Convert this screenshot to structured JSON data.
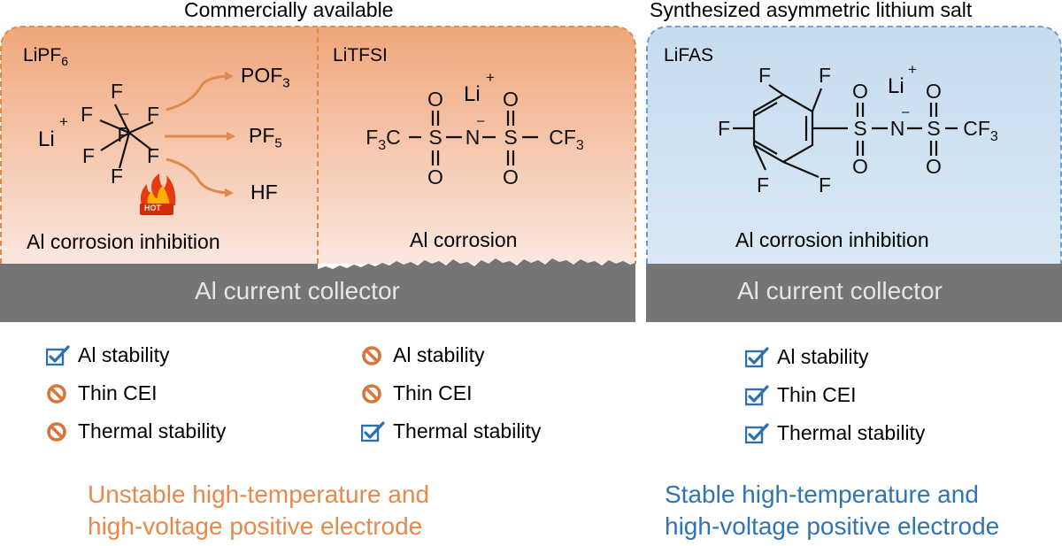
{
  "headers": {
    "commercial": "Commercially available",
    "synthesized": "Synthesized asymmetric lithium salt"
  },
  "panels": {
    "lipf6": {
      "name": "LiPF",
      "name_sub": "6",
      "li": "Li",
      "charge_plus": "+",
      "charge_minus": "–",
      "products": [
        {
          "main": "POF",
          "sub": "3"
        },
        {
          "main": "PF",
          "sub": "5"
        },
        {
          "main": "HF",
          "sub": ""
        }
      ],
      "hot_label": "HOT",
      "caption": "Al corrosion inhibition"
    },
    "litfsi": {
      "name": "LiTFSI",
      "li": "Li",
      "charge_plus": "+",
      "charge_minus": "–",
      "caption": "Al corrosion"
    },
    "lifas": {
      "name": "LiFAS",
      "li": "Li",
      "charge_plus": "+",
      "charge_minus": "–",
      "caption": "Al corrosion inhibition"
    }
  },
  "collector": {
    "left_label": "Al current collector",
    "right_label": "Al current collector"
  },
  "checklists": {
    "lipf6": [
      {
        "label": "Al stability",
        "status": "check"
      },
      {
        "label": "Thin CEI",
        "status": "no"
      },
      {
        "label": "Thermal stability",
        "status": "no"
      }
    ],
    "litfsi": [
      {
        "label": "Al stability",
        "status": "no"
      },
      {
        "label": "Thin CEI",
        "status": "no"
      },
      {
        "label": "Thermal stability",
        "status": "check"
      }
    ],
    "lifas": [
      {
        "label": "Al stability",
        "status": "check"
      },
      {
        "label": "Thin CEI",
        "status": "check"
      },
      {
        "label": "Thermal stability",
        "status": "check"
      }
    ]
  },
  "conclusions": {
    "left_line1": "Unstable high-temperature and",
    "left_line2": "high-voltage positive electrode",
    "right_line1": "Stable high-temperature and",
    "right_line2": "high-voltage positive electrode"
  },
  "colors": {
    "orange_border": "#e08a4a",
    "orange_text": "#e8894b",
    "blue_border": "#6a9fd2",
    "blue_text": "#2e75b6",
    "blue_fill": "#cfe2f1",
    "gray_collector": "#757575",
    "check_blue": "#2e6fb0",
    "no_orange": "#d9743a"
  }
}
